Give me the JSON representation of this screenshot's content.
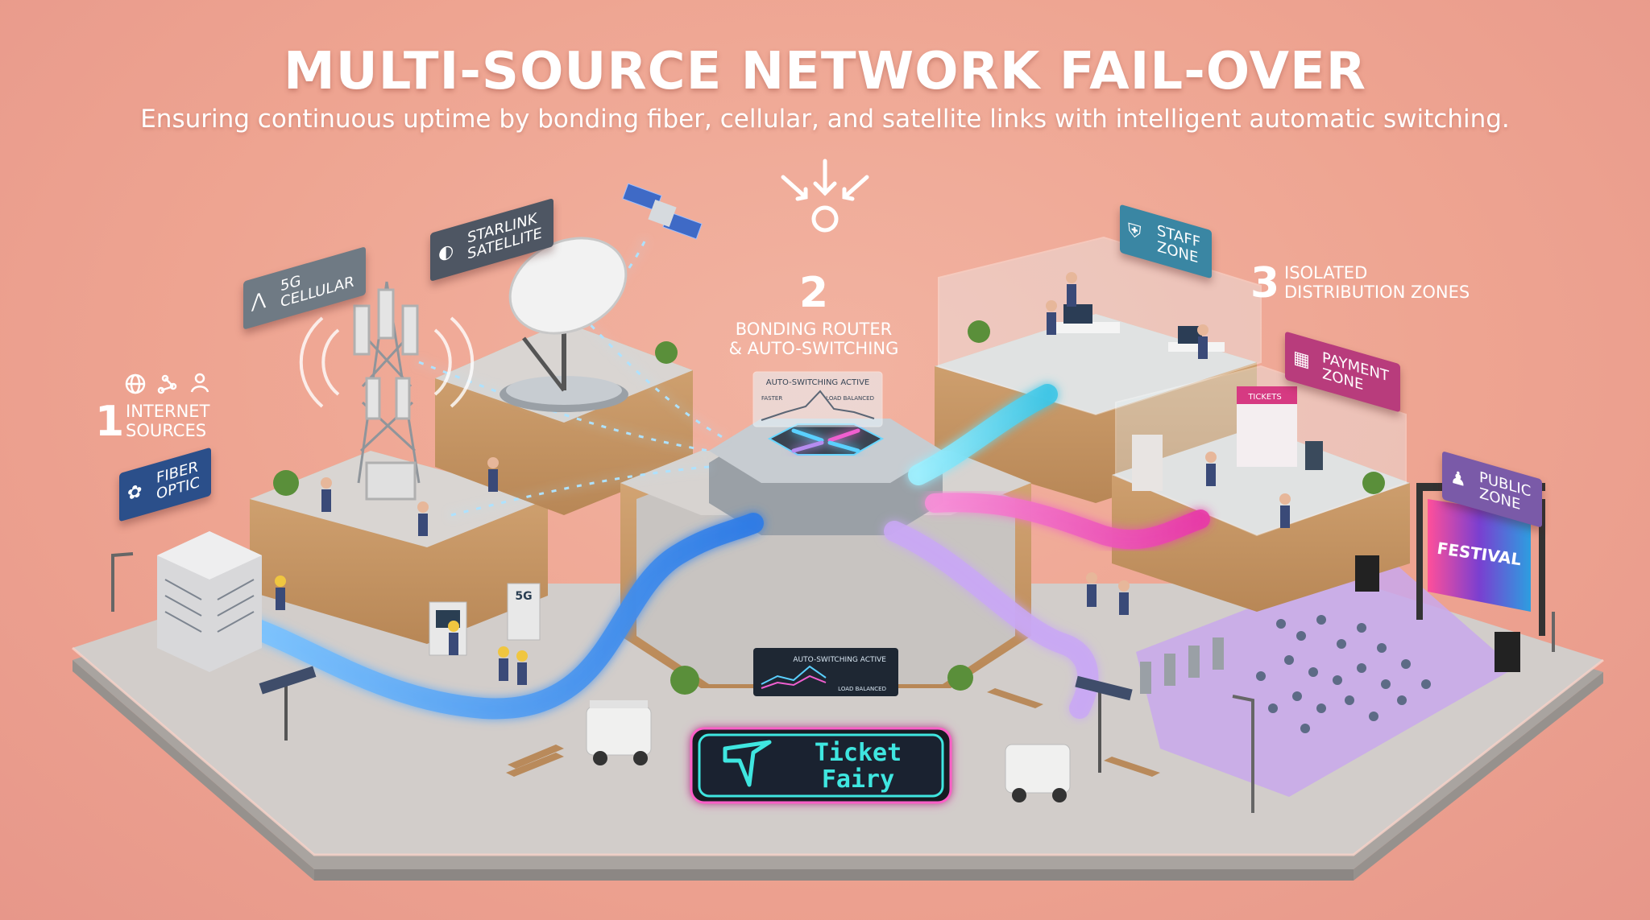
{
  "header": {
    "title": "MULTI-SOURCE NETWORK FAIL-OVER",
    "subtitle": "Ensuring continuous uptime by bonding fiber, cellular, and satellite links with intelligent automatic switching."
  },
  "sections": {
    "s1": {
      "number": "1",
      "label_line1": "INTERNET",
      "label_line2": "SOURCES"
    },
    "s2": {
      "number": "2",
      "label_line1": "BONDING ROUTER",
      "label_line2": "& AUTO-SWITCHING"
    },
    "s3": {
      "number": "3",
      "label_line1": "ISOLATED",
      "label_line2": "DISTRIBUTION ZONES"
    }
  },
  "signs": {
    "fiber": {
      "line1": "FIBER",
      "line2": "OPTIC",
      "color": "#2b4f8a"
    },
    "cellular": {
      "line1": "5G",
      "line2": "CELLULAR",
      "color": "#6f7a84"
    },
    "starlink": {
      "line1": "STARLINK",
      "line2": "SATELLITE",
      "color": "#4e5663"
    },
    "staff": {
      "line1": "STAFF",
      "line2": "ZONE",
      "color": "#3a86a3"
    },
    "payment": {
      "line1": "PAYMENT",
      "line2": "ZONE",
      "color": "#b83c7c"
    },
    "public": {
      "line1": "PUBLIC",
      "line2": "ZONE",
      "color": "#7a5aa8"
    }
  },
  "router": {
    "panel_title": "AUTO-SWITCHING ACTIVE",
    "panel_left": "FASTER",
    "panel_right": "LOAD BALANCED",
    "screen_title": "AUTO-SWITCHING ACTIVE",
    "screen_sub": "LOAD BALANCED"
  },
  "badges": {
    "tower": "5G",
    "festival": "FESTIVAL",
    "ticket_booth": "TICKETS"
  },
  "brand": {
    "line1": "Ticket",
    "line2": "Fairy"
  },
  "colors": {
    "fiber_link": "#2e7be6",
    "staff_link": "#3fd6e6",
    "payment_link": "#f04fc0",
    "public_link": "#b68cf0",
    "platform": "#cfcac6",
    "wood": "#c99a6a"
  },
  "icons": [
    "globe-icon",
    "network-icon",
    "user-icon",
    "convergence-icon",
    "satellite-icon",
    "antenna-icon",
    "dish-icon",
    "shield-icon",
    "card-icon",
    "crowd-icon"
  ]
}
